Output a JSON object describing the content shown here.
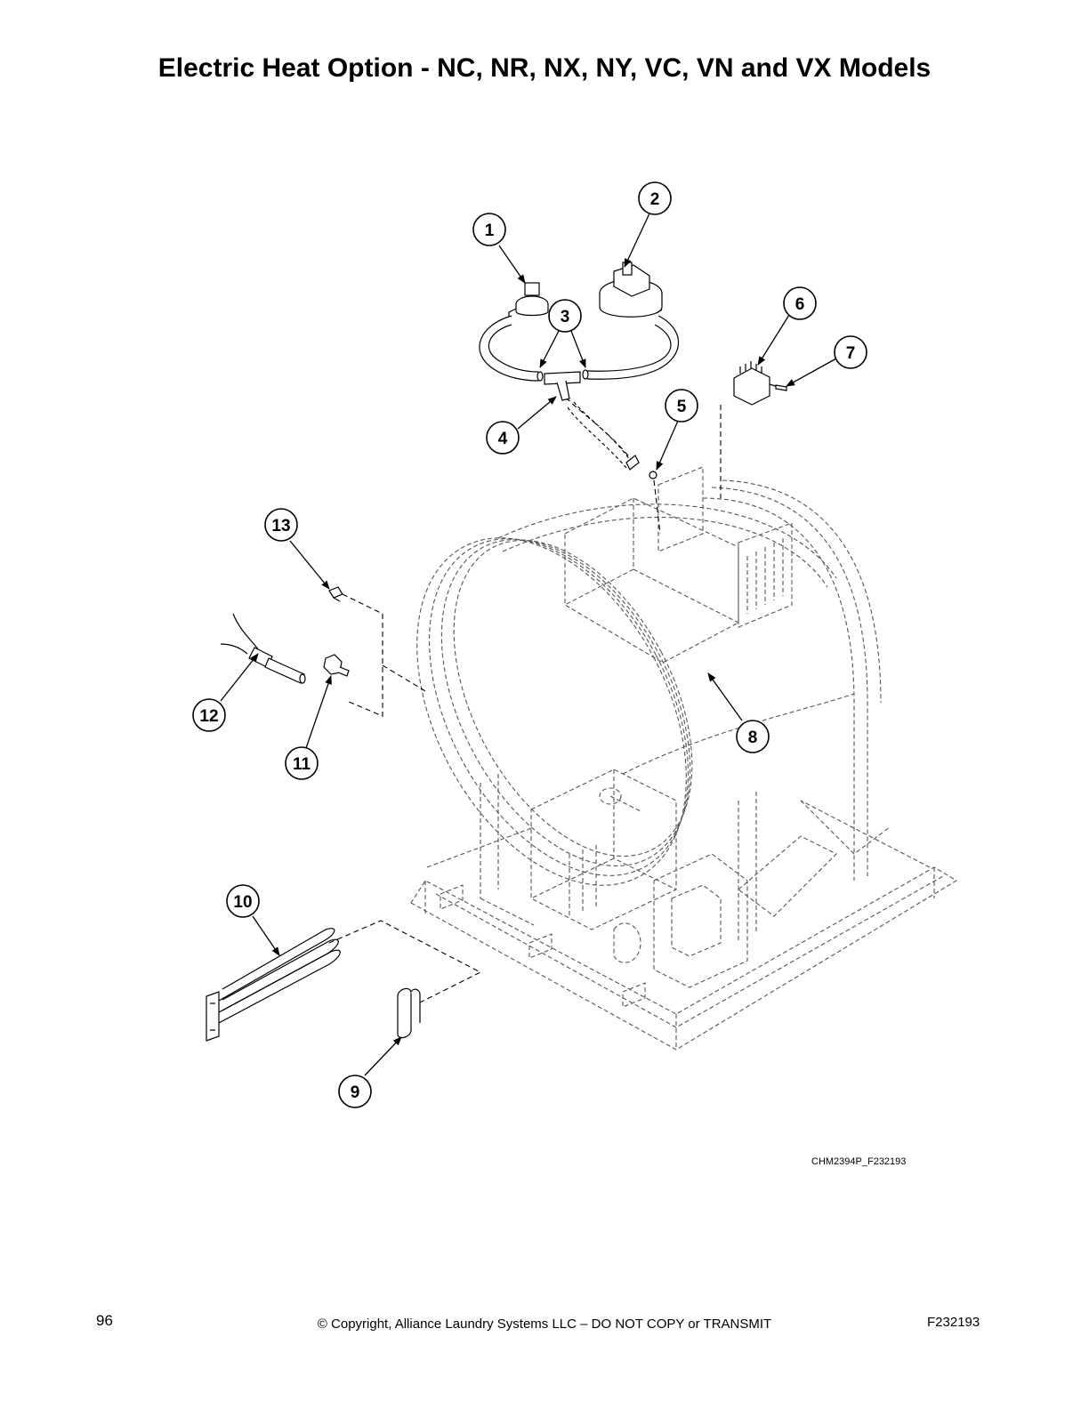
{
  "page": {
    "title": "Electric Heat Option - NC, NR, NX, NY, VC, VN and VX Models",
    "drawing_id": "CHM2394P_F232193",
    "page_number": "96",
    "copyright": "© Copyright, Alliance Laundry Systems LLC – DO NOT COPY or TRANSMIT",
    "document_id": "F232193"
  },
  "callouts": [
    "1",
    "2",
    "3",
    "4",
    "5",
    "6",
    "7",
    "8",
    "9",
    "10",
    "11",
    "12",
    "13"
  ]
}
